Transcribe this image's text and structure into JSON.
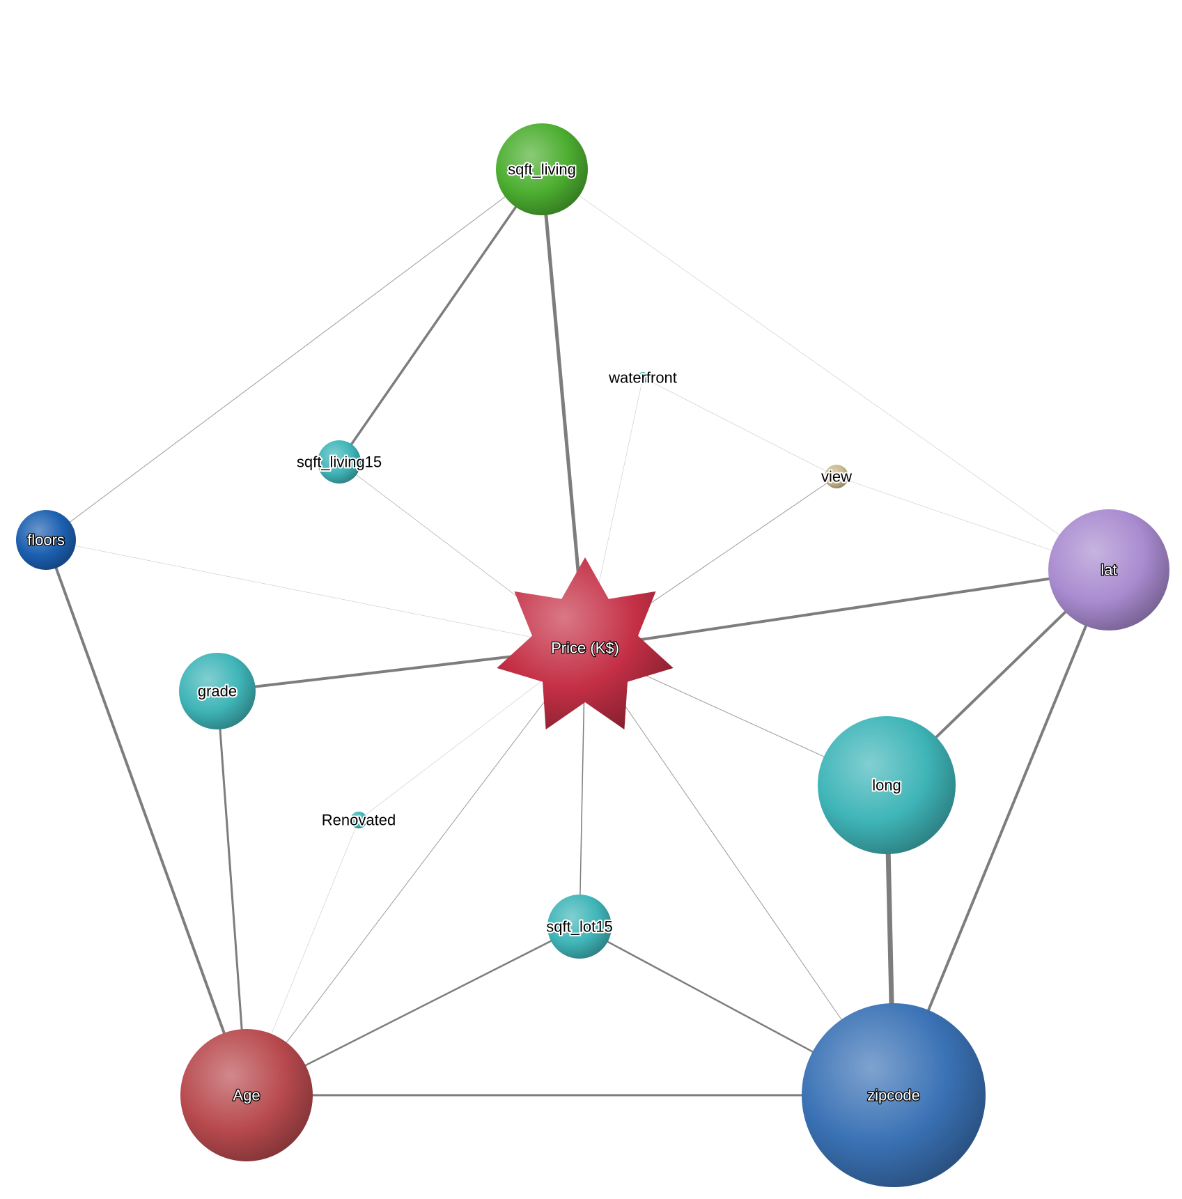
{
  "graph": {
    "nodes": [
      {
        "id": "sqft_living",
        "label": "sqft_living",
        "shape": "circle",
        "color": "#4cae30"
      },
      {
        "id": "waterfront",
        "label": "waterfront",
        "shape": "circle",
        "color": "#3fb5b8"
      },
      {
        "id": "sqft_living15",
        "label": "sqft_living15",
        "shape": "circle",
        "color": "#3fb5b8"
      },
      {
        "id": "view",
        "label": "view",
        "shape": "circle",
        "color": "#c9b98a"
      },
      {
        "id": "floors",
        "label": "floors",
        "shape": "circle",
        "color": "#1b5fb0"
      },
      {
        "id": "lat",
        "label": "lat",
        "shape": "circle",
        "color": "#a98bd0"
      },
      {
        "id": "price",
        "label": "Price (K$)",
        "shape": "star",
        "color": "#c42f45"
      },
      {
        "id": "grade",
        "label": "grade",
        "shape": "circle",
        "color": "#3fb5b8"
      },
      {
        "id": "long",
        "label": "long",
        "shape": "circle",
        "color": "#3fb5b8"
      },
      {
        "id": "renovated",
        "label": "Renovated",
        "shape": "circle",
        "color": "#3fb5b8"
      },
      {
        "id": "sqft_lot15",
        "label": "sqft_lot15",
        "shape": "circle",
        "color": "#3fb5b8"
      },
      {
        "id": "age",
        "label": "Age",
        "shape": "circle",
        "color": "#b84a4e"
      },
      {
        "id": "zipcode",
        "label": "zipcode",
        "shape": "circle",
        "color": "#3a72b5"
      }
    ],
    "edges": [
      {
        "source": "sqft_living",
        "target": "price",
        "weight": 5
      },
      {
        "source": "sqft_living",
        "target": "sqft_living15",
        "weight": 3.5
      },
      {
        "source": "sqft_living",
        "target": "floors",
        "weight": 1
      },
      {
        "source": "sqft_living",
        "target": "lat",
        "weight": 0.4
      },
      {
        "source": "waterfront",
        "target": "price",
        "weight": 0.2
      },
      {
        "source": "waterfront",
        "target": "view",
        "weight": 0.3
      },
      {
        "source": "view",
        "target": "price",
        "weight": 1
      },
      {
        "source": "view",
        "target": "lat",
        "weight": 0.4
      },
      {
        "source": "sqft_living15",
        "target": "price",
        "weight": 0.6
      },
      {
        "source": "floors",
        "target": "price",
        "weight": 0.3
      },
      {
        "source": "floors",
        "target": "age",
        "weight": 4
      },
      {
        "source": "lat",
        "target": "price",
        "weight": 4
      },
      {
        "source": "lat",
        "target": "long",
        "weight": 4
      },
      {
        "source": "lat",
        "target": "zipcode",
        "weight": 4
      },
      {
        "source": "grade",
        "target": "price",
        "weight": 4
      },
      {
        "source": "grade",
        "target": "age",
        "weight": 3
      },
      {
        "source": "price",
        "target": "long",
        "weight": 1
      },
      {
        "source": "price",
        "target": "sqft_lot15",
        "weight": 1.5
      },
      {
        "source": "price",
        "target": "age",
        "weight": 1
      },
      {
        "source": "price",
        "target": "zipcode",
        "weight": 1
      },
      {
        "source": "price",
        "target": "renovated",
        "weight": 0.2
      },
      {
        "source": "renovated",
        "target": "age",
        "weight": 0.3
      },
      {
        "source": "long",
        "target": "zipcode",
        "weight": 7
      },
      {
        "source": "sqft_lot15",
        "target": "age",
        "weight": 2.5
      },
      {
        "source": "sqft_lot15",
        "target": "zipcode",
        "weight": 2.5
      },
      {
        "source": "age",
        "target": "zipcode",
        "weight": 3
      }
    ]
  }
}
